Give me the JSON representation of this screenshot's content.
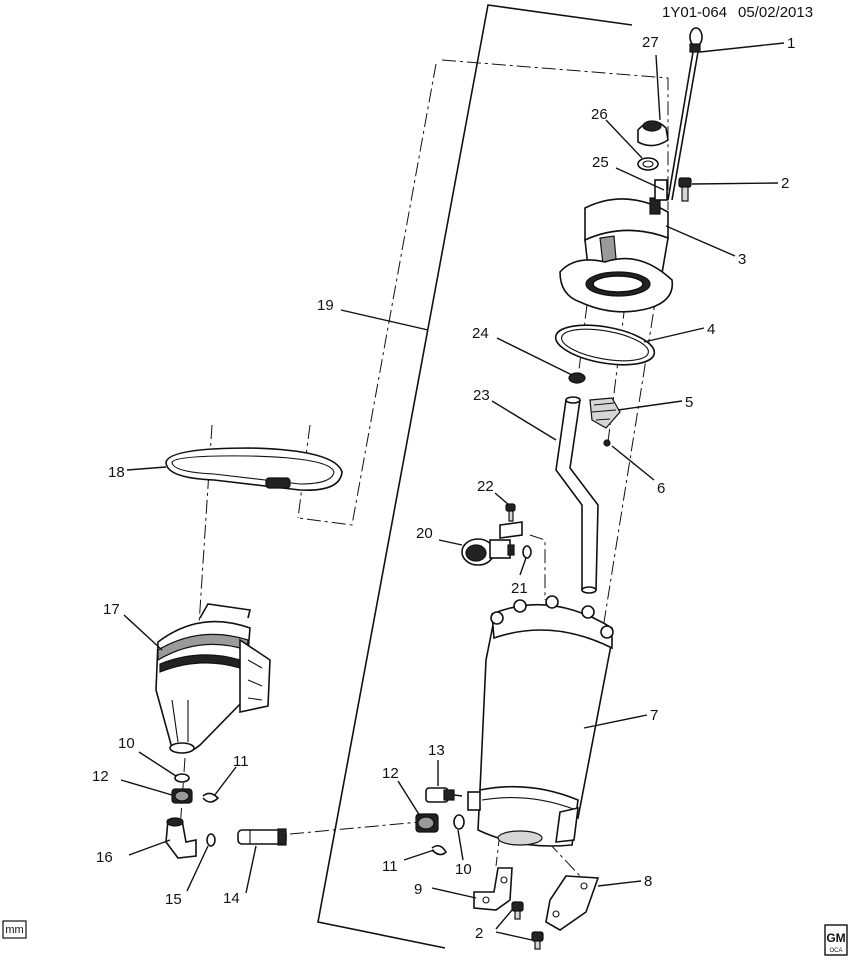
{
  "header": {
    "code": "1Y01-064",
    "date": "05/02/2013"
  },
  "units_badge": "mm",
  "logo": {
    "text": "GM",
    "sub": "OCA"
  },
  "callouts": [
    "1",
    "2",
    "2",
    "3",
    "4",
    "5",
    "6",
    "7",
    "8",
    "9",
    "10",
    "10",
    "11",
    "11",
    "12",
    "12",
    "13",
    "14",
    "15",
    "16",
    "17",
    "18",
    "19",
    "20",
    "21",
    "22",
    "23",
    "24",
    "25",
    "26",
    "27"
  ]
}
